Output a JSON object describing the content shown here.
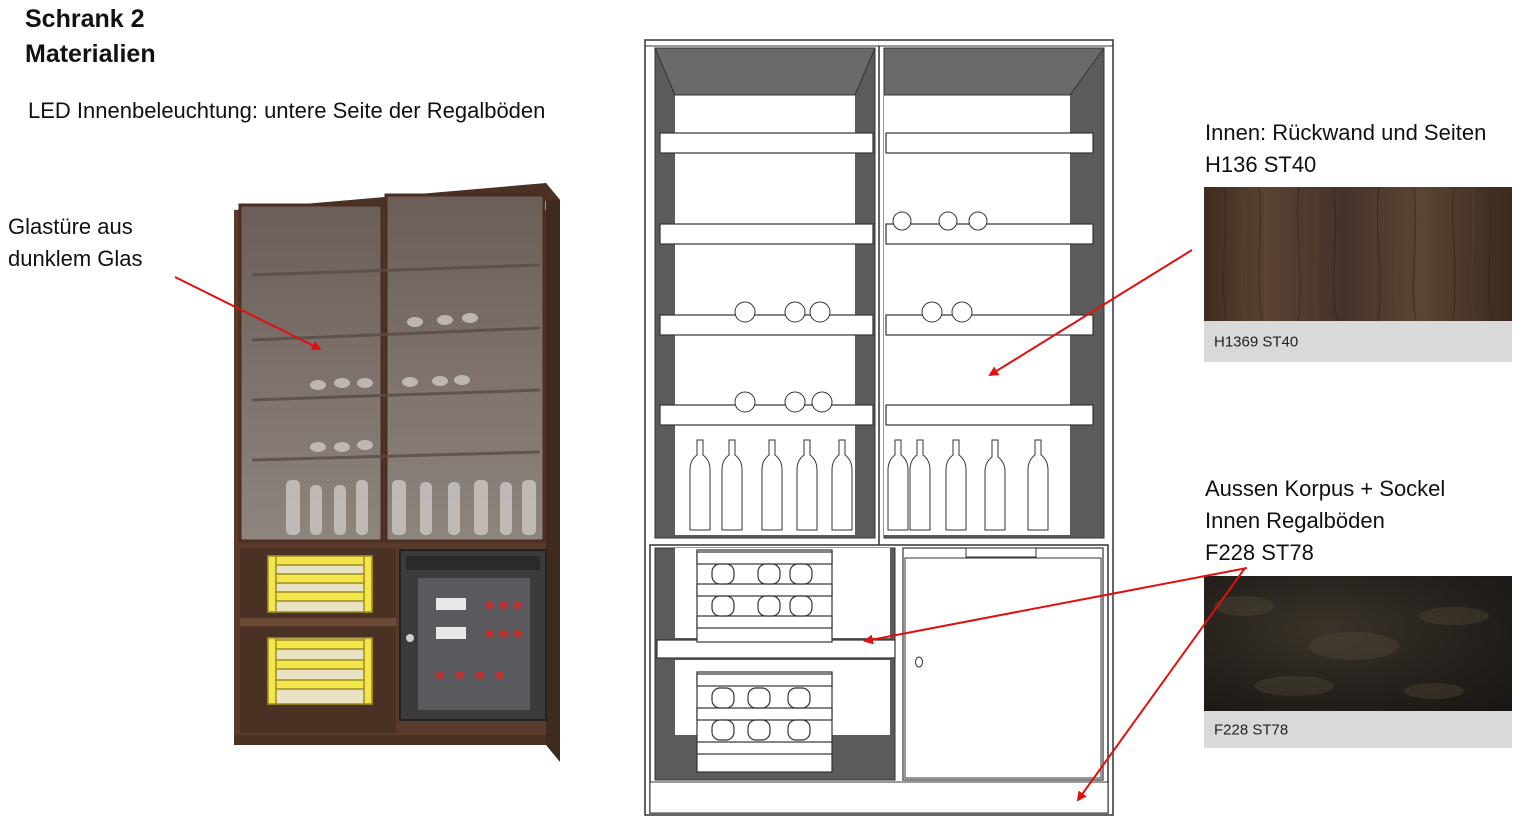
{
  "heading": {
    "line1": "Schrank 2",
    "line2": "Materialien"
  },
  "led_note": "LED Innenbeleuchtung: untere Seite der Regalböden",
  "glass_note": {
    "line1": "Glastüre aus",
    "line2": "dunklem Glas"
  },
  "inner_material": {
    "line1": "Innen: Rückwand und Seiten",
    "line2": "H136 ST40",
    "swatch_caption": "H1369 ST40",
    "swatch_color": "#4a3526"
  },
  "outer_material": {
    "line1": "Aussen Korpus + Sockel",
    "line2": "Innen Regalböden",
    "line3": "F228 ST78",
    "swatch_caption": "F228 ST78",
    "swatch_color": "#2b2620"
  },
  "colors": {
    "arrow": "#e01010",
    "cabinet_wood": "#5a3a2a",
    "crate_yellow": "#f2e64a"
  }
}
